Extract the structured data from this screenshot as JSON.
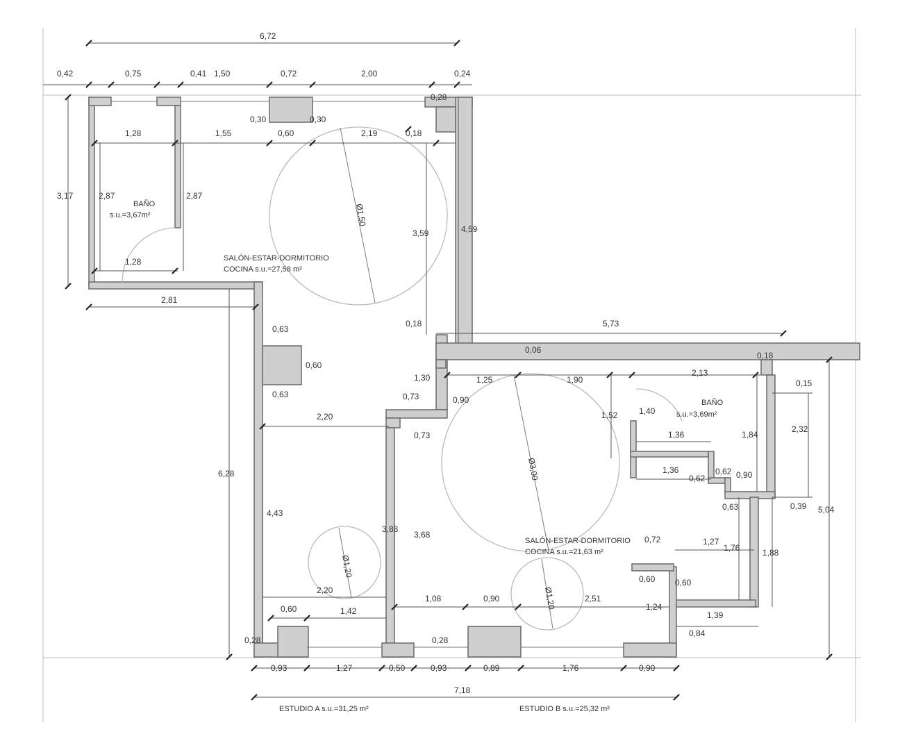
{
  "dimensions": {
    "top_total": "6,72",
    "top_segments": [
      "0,42",
      "0,75",
      "0,41",
      "1,50",
      "0,72",
      "2,00",
      "0,24"
    ],
    "bath_a_width": "1,28",
    "bath_a_width_bottom": "1,28",
    "room_a_top_segments": [
      "1,55",
      "0,60",
      "2,19",
      "0,18"
    ],
    "niche_a": [
      "0,30",
      "0,30"
    ],
    "wall_a_top_right": "0,28",
    "height_left": "3,17",
    "bath_a_height_left": "2,87",
    "bath_a_height_right": "2,87",
    "room_a_circle": "Ø1,50",
    "room_a_height": "3,59",
    "wall_a_right_height": "4,59",
    "below_bath_width": "2,81",
    "column_a_top": "0,63",
    "column_a_side": "0,60",
    "column_a_bottom": "0,63",
    "corr_a_width": "2,20",
    "left_total_height": "6,28",
    "hall_a_height": "4,43",
    "small_circle_a": "Ø1,20",
    "lower_a_width": "2,20",
    "door_a_left": "0,60",
    "door_a_right": "1,42",
    "corner_a_wall": "0,28",
    "offset_18": "0,18",
    "step_130": "1,30",
    "step_073_top": "0,73",
    "step_073_bottom": "0,73",
    "room_b_top_total": "5,73",
    "wall_b_thickness": "0,06",
    "wall_b_right_top": "0,18",
    "room_b_top_seg1": "1,25",
    "room_b_top_seg2": "1,90",
    "room_b_top_seg3": "2,13",
    "room_b_step": "0,90",
    "room_b_152": "1,52",
    "bath_b_140": "1,40",
    "bath_b_136_top": "1,36",
    "bath_b_136_bottom": "1,36",
    "bath_b_184": "1,84",
    "bath_b_062_a": "0,62",
    "bath_b_062_b": "0,62",
    "bath_b_090": "0,90",
    "bath_b_063": "0,63",
    "bath_b_039": "0,39",
    "right_015": "0,15",
    "right_232": "2,32",
    "right_504": "5,04",
    "room_b_circle": "Ø3,00",
    "room_b_388": "3,88",
    "room_b_368": "3,68",
    "room_b_072": "0,72",
    "room_b_127": "1,27",
    "room_b_176": "1,76",
    "room_b_188": "1,88",
    "column_b_060_a": "0,60",
    "column_b_060_b": "0,60",
    "room_b_124": "1,24",
    "room_b_139": "1,39",
    "room_b_084": "0,84",
    "room_b_108": "1,08",
    "room_b_090_mid": "0,90",
    "small_circle_b": "Ø1,20",
    "room_b_251": "2,51",
    "corner_b_wall": "0,28",
    "bottom_segments": [
      "0,93",
      "1,27",
      "0,50",
      "0,93",
      "0,89",
      "1,76",
      "0,90"
    ],
    "bottom_total": "7,18"
  },
  "rooms": {
    "bath_a_name": "BAÑO",
    "bath_a_area": "s.u.=3,67m²",
    "room_a_name": "SALÓN-ESTAR-DORMITORIO",
    "room_a_area": "COCINA s.u.=27,58 m²",
    "bath_b_name": "BAÑO",
    "bath_b_area": "s.u.=3,69m²",
    "room_b_name": "SALÓN-ESTAR-DORMITORIO",
    "room_b_area": "COCINA s.u.=21,63 m²"
  },
  "footer": {
    "studio_a": "ESTUDIO A  s.u.=31,25 m²",
    "studio_b": "ESTUDIO B  s.u.=25,32 m²"
  }
}
